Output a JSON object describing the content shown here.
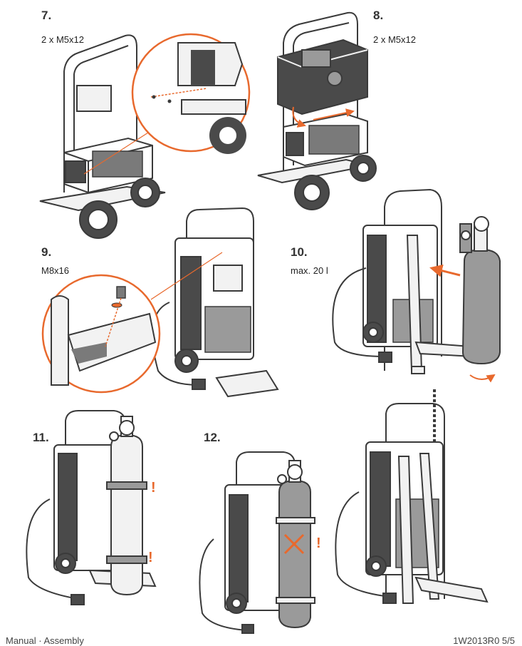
{
  "steps": [
    {
      "number": "7.",
      "spec": "2 x M5x12"
    },
    {
      "number": "8.",
      "spec": "2 x M5x12"
    },
    {
      "number": "9.",
      "spec": "M8x16"
    },
    {
      "number": "10.",
      "spec": "max. 20 l"
    },
    {
      "number": "11.",
      "spec": ""
    },
    {
      "number": "12.",
      "spec": ""
    }
  ],
  "warning_mark": "!",
  "footer": {
    "left": "Manual  ·  Assembly",
    "right": "1W2013R0 5/5"
  },
  "colors": {
    "accent": "#e8692d",
    "line": "#3a3a3a",
    "fill_light": "#f2f2f2",
    "fill_mid": "#9a9a9a",
    "fill_dark": "#4a4a4a"
  }
}
